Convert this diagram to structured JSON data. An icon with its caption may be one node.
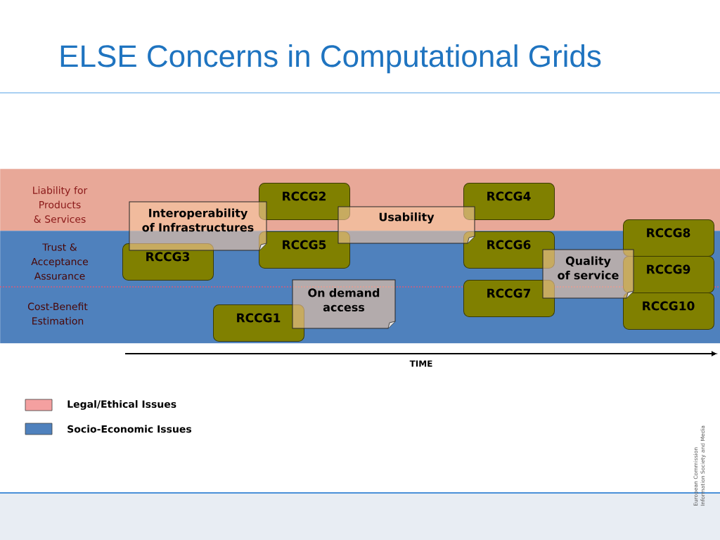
{
  "diagram": {
    "title": "ELSE Concerns in Computational Grids",
    "nodes": [
      {
        "text": [
          "Liability for Products & Services"
        ]
      },
      {
        "text": [
          "Trust & Acceptance Assurance",
          "Cost-Benefit Estimation"
        ]
      },
      {
        "text": [
          "RCCG2"
        ],
        "in": 0
      },
      {
        "text": [
          "RCCG4"
        ],
        "in": 0
      },
      {
        "text": [
          "Interoperability of Infrastructures"
        ]
      },
      {
        "text": [
          "Usability"
        ]
      },
      {
        "text": [
          "RCCG8"
        ]
      },
      {
        "text": [
          "RCCG5"
        ],
        "in": 1
      },
      {
        "text": [
          "RCCG6"
        ],
        "in": 1
      },
      {
        "text": [
          "RCCG3"
        ],
        "in": 1
      },
      {
        "text": [
          "Quality of service"
        ],
        "in": 1
      },
      {
        "text": [
          "RCCG9"
        ],
        "in": 1
      },
      {
        "text": [
          "RCCG7"
        ],
        "in": 1
      },
      {
        "text": [
          "On demand access"
        ],
        "in": 1
      },
      {
        "text": [
          "RCCG10"
        ],
        "in": 1
      },
      {
        "text": [
          "RCCG1"
        ],
        "in": 1
      }
    ],
    "labels": [
      "TIME",
      "European Commission",
      "Information Society and Media"
    ],
    "legend": [
      {
        "text": "Legal/Ethical Issues",
        "color": "#f4a0a0"
      },
      {
        "text": "Socio-Economic Issues",
        "color": "#4f81bd"
      }
    ]
  }
}
